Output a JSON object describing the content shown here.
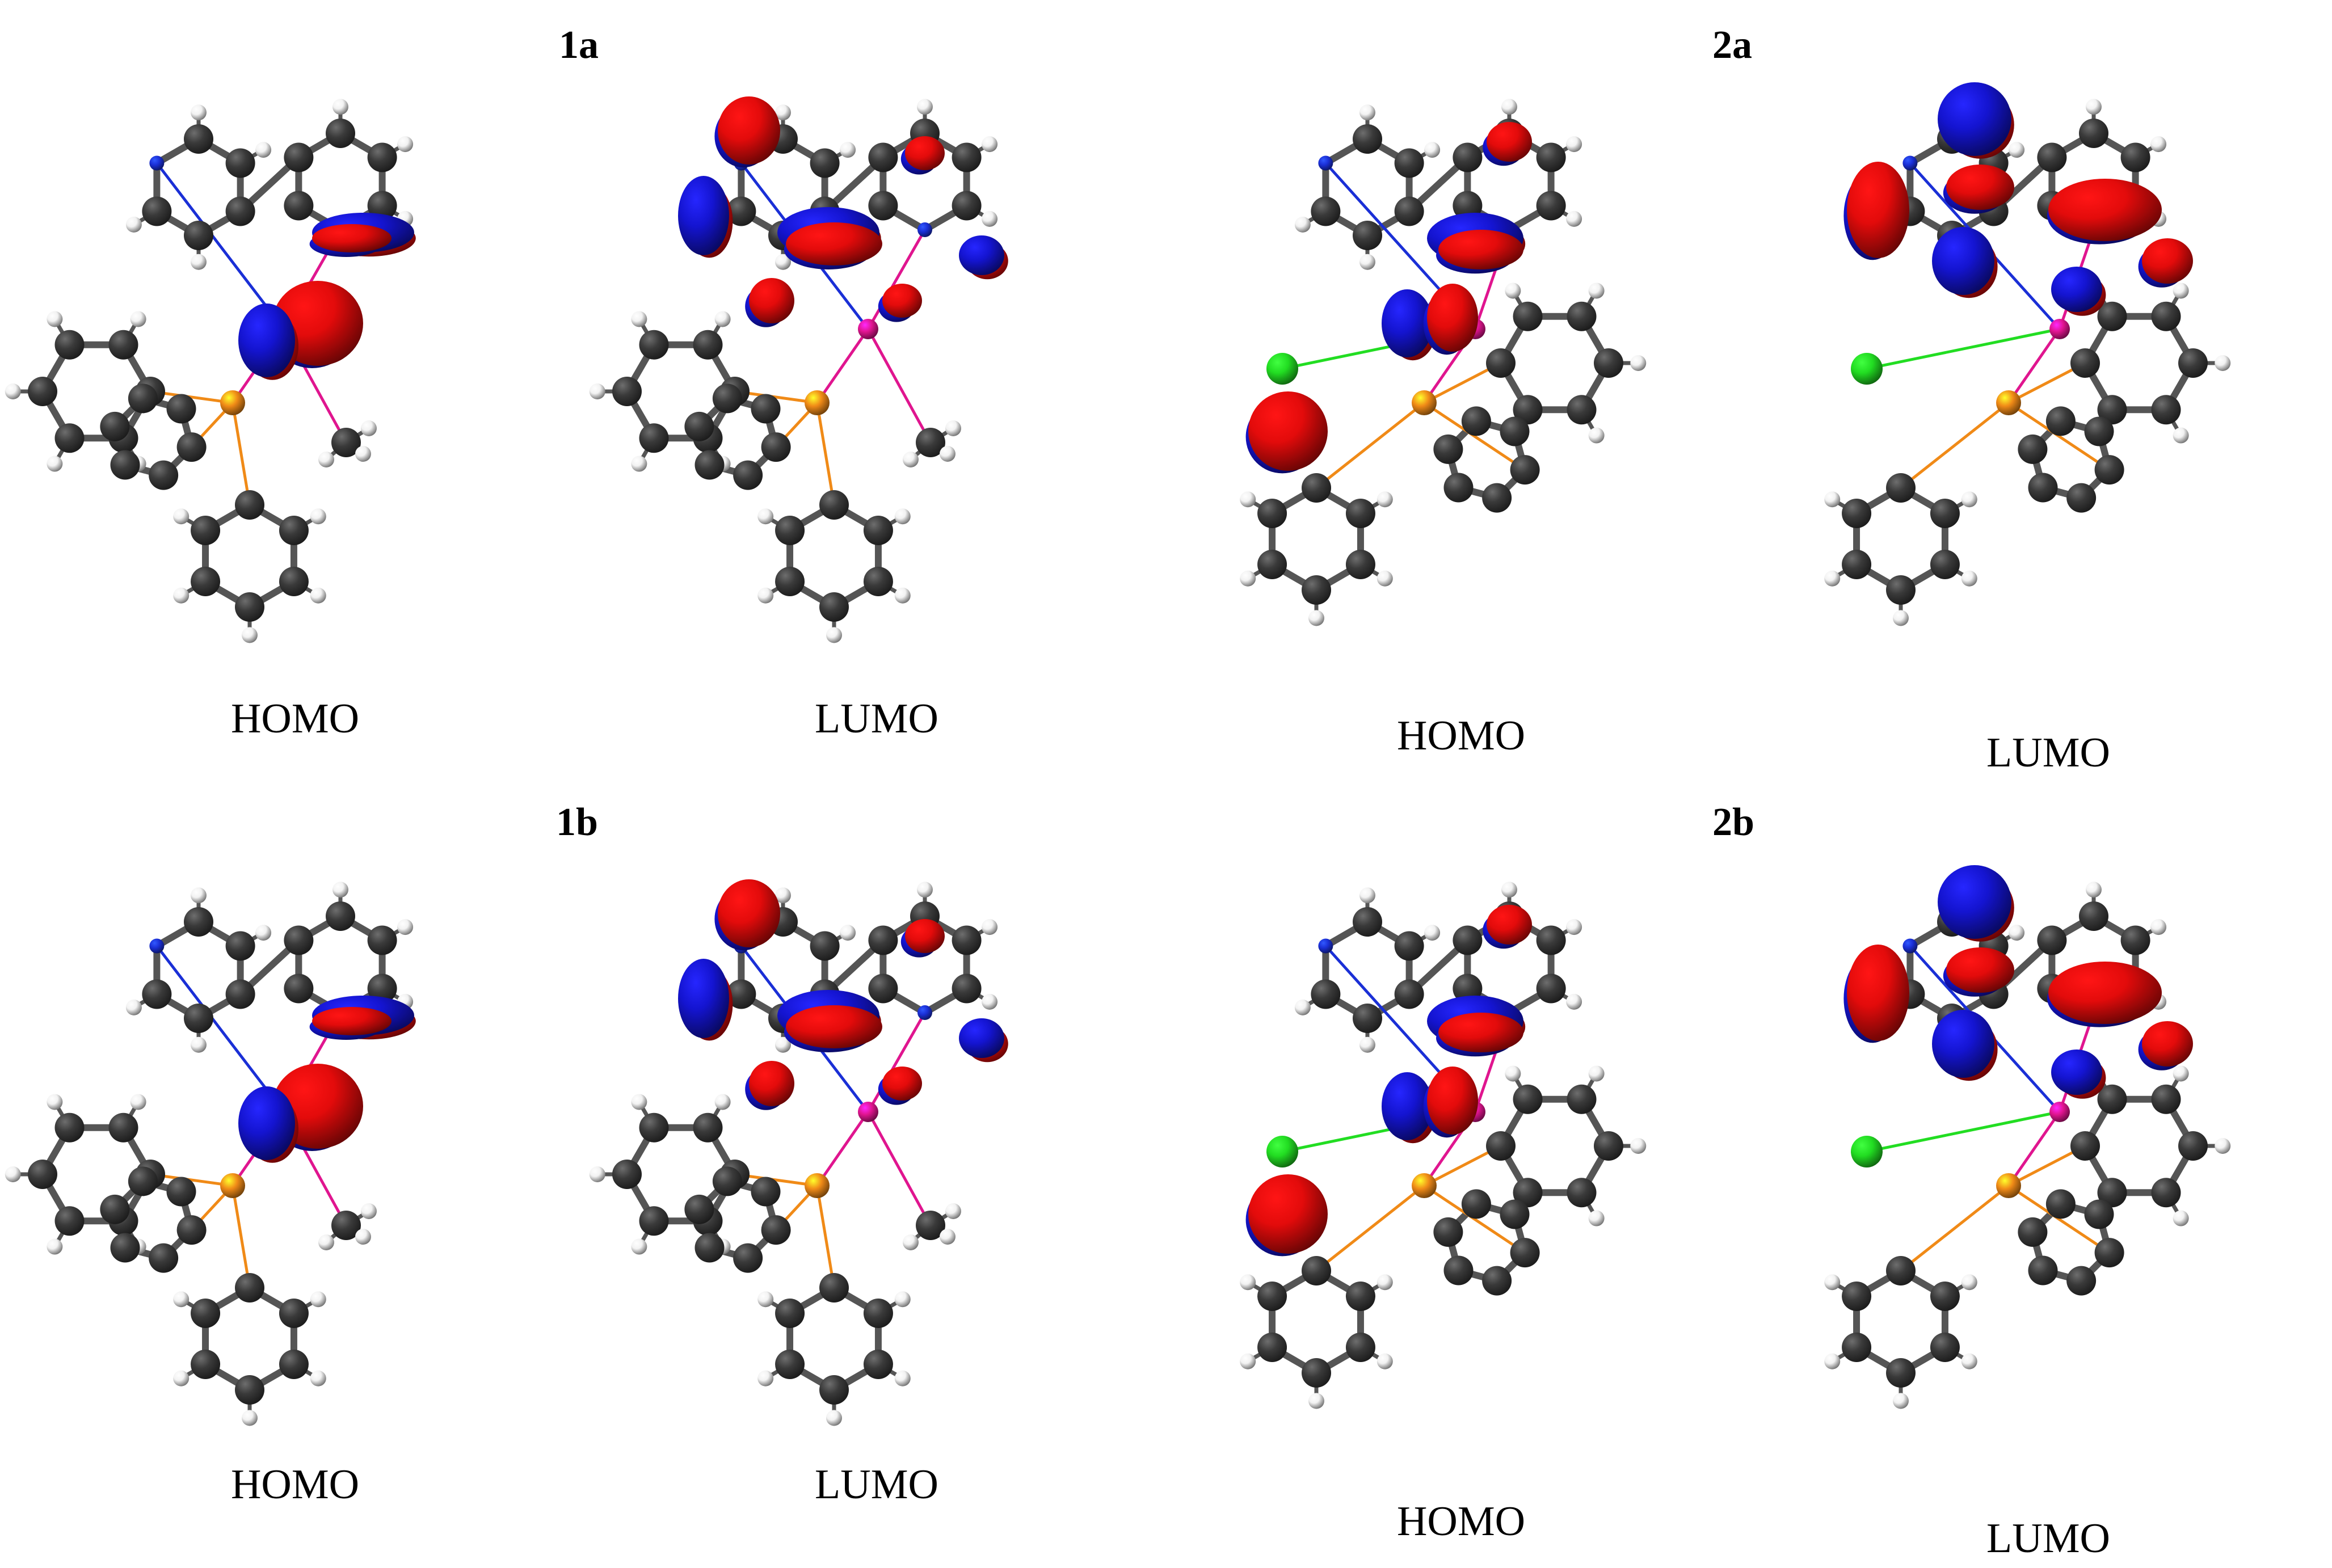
{
  "compounds": [
    {
      "id": "1a",
      "label": "1a",
      "variant": "a",
      "homo": {
        "label": "HOMO"
      },
      "lumo": {
        "label": "LUMO"
      }
    },
    {
      "id": "2a",
      "label": "2a",
      "variant": "b",
      "homo": {
        "label": "HOMO"
      },
      "lumo": {
        "label": "LUMO"
      }
    },
    {
      "id": "1b",
      "label": "1b",
      "variant": "a",
      "homo": {
        "label": "HOMO"
      },
      "lumo": {
        "label": "LUMO"
      }
    },
    {
      "id": "2b",
      "label": "2b",
      "variant": "b",
      "homo": {
        "label": "HOMO"
      },
      "lumo": {
        "label": "LUMO"
      }
    }
  ],
  "colors": {
    "carbon": "#3a3a3a",
    "hydrogen": "#f2f2f2",
    "nitrogen": "#1a2fd6",
    "oxygen": "#e01010",
    "phosphorus": "#f08a17",
    "chlorine": "#22dd22",
    "metal": "#e0158f",
    "lobe_positive": "#e30b0b",
    "lobe_negative": "#1414d0"
  },
  "icons": {
    "carbon": "carbon-atom-icon",
    "hydrogen": "hydrogen-atom-icon",
    "nitrogen": "nitrogen-atom-icon",
    "phosphorus": "phosphorus-atom-icon",
    "chlorine": "chlorine-atom-icon",
    "metal": "metal-atom-icon",
    "lobe": "orbital-lobe-icon"
  }
}
